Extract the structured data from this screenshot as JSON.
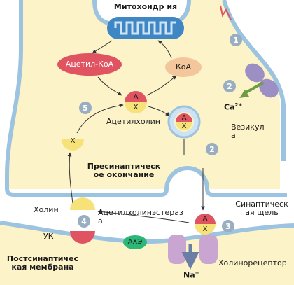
{
  "labels": {
    "mitochondria": "Митохондр ия",
    "acetyl_coa": "Ацетил-КоА",
    "coa": "КоА",
    "acetylcholine": "Ацетилхолин",
    "vesicle": "Везикул а",
    "presynaptic": "Пресинаптическ ое окончание",
    "choline": "Холин",
    "acetylcholinesterase": "Ацетилхолинэстераз а",
    "acid": "УК",
    "synaptic_cleft": "Синаптическ ая щель",
    "ache": "АХЭ",
    "cholinoreceptor": "Холинорецептор",
    "postsynaptic": "Постсинаптичес кая мембрана",
    "calcium": "Ca",
    "calcium_sup": "2+",
    "sodium": "Na",
    "sodium_sup": "+",
    "letter_a": "А",
    "letter_x": "Х"
  },
  "steps": [
    "1",
    "2",
    "2",
    "3",
    "4",
    "5"
  ],
  "colors": {
    "cytoplasm": "#fdf3c8",
    "membrane": "#9cc3df",
    "acetyl_coa": "#e05360",
    "coa": "#f3c79b",
    "acetate_red": "#e05360",
    "choline_yellow": "#f7e27a",
    "mito_blue": "#3f86c5",
    "receptor": "#c9a6d1",
    "calcium_channel": "#9b8fc4",
    "ache_green": "#2bb777",
    "step_circle": "#9aaec1",
    "sodium_arrow": "#6b7fa6"
  }
}
